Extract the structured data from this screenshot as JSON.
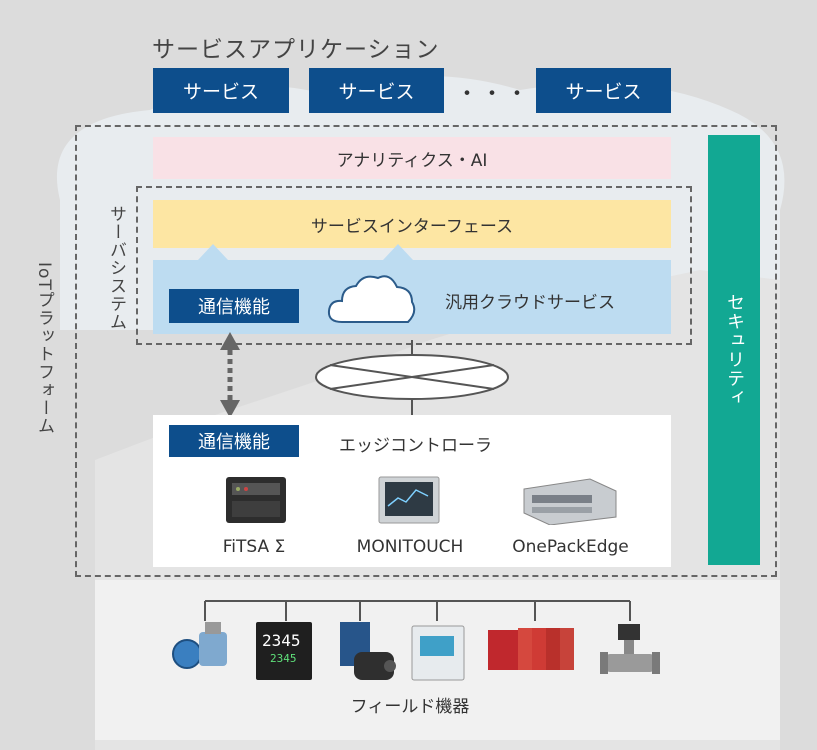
{
  "service_app": {
    "title": "サービスアプリケーション",
    "services": [
      "サービス",
      "サービス",
      "サービス"
    ],
    "ellipsis": "・・・"
  },
  "iot_platform": {
    "label": "IoTプラットフォーム"
  },
  "analytics": {
    "label": "アナリティクス・AI"
  },
  "server_system": {
    "label": "サーバシステム",
    "service_interface": "サービスインターフェース",
    "comm_function": "通信機能",
    "cloud_service": "汎用クラウドサービス"
  },
  "security": {
    "label": "セキュリティ"
  },
  "edge_controller": {
    "title": "エッジコントローラ",
    "comm_function": "通信機能",
    "products": [
      "FiTSA Σ",
      "MONITOUCH",
      "OnePackEdge"
    ]
  },
  "field_devices": {
    "label": "フィールド機器"
  },
  "colors": {
    "navy": "#0d4e8c",
    "teal": "#12a893",
    "pink": "#f9e1e6",
    "yellow": "#fde6a3",
    "lightblue": "#bddcf1"
  }
}
